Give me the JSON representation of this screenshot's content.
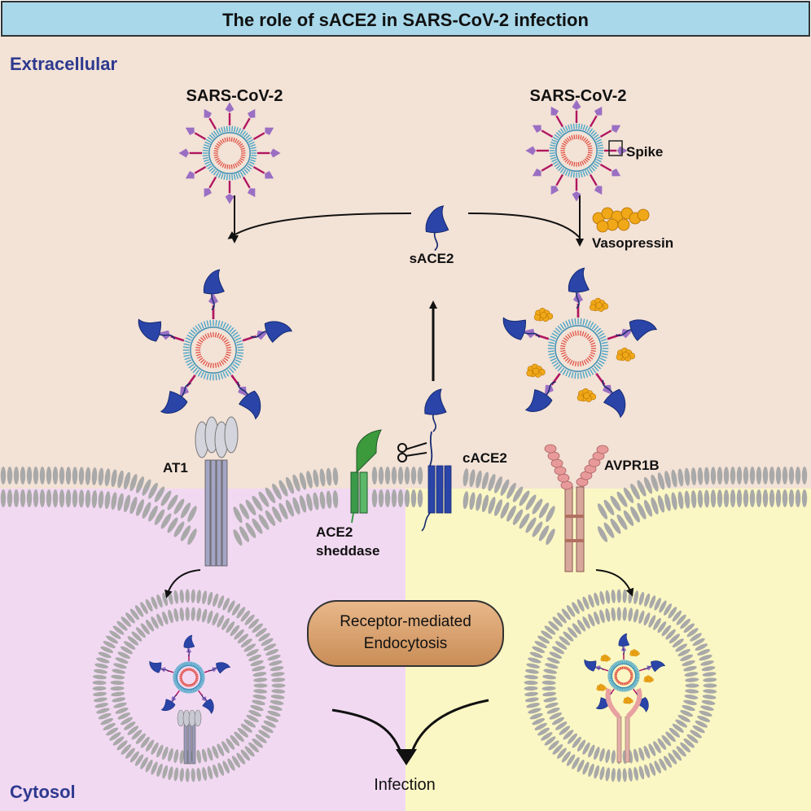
{
  "title": "The role of sACE2 in SARS-CoV-2 infection",
  "regions": {
    "extracellular": "Extracellular",
    "cytosol": "Cytosol"
  },
  "labels": {
    "virus_left": "SARS-CoV-2",
    "virus_right": "SARS-CoV-2",
    "spike": "Spike",
    "vasopressin": "Vasopressin",
    "sace2": "sACE2",
    "at1": "AT1",
    "cace2": "cACE2",
    "avpr1b": "AVPR1B",
    "sheddase_line1": "ACE2",
    "sheddase_line2": "sheddase",
    "endocytosis_line1": "Receptor-mediated",
    "endocytosis_line2": "Endocytosis",
    "infection": "Infection"
  },
  "colors": {
    "title_bg": "#a8d8ea",
    "extracellular_bg": "#f3e2d6",
    "cytosol_left_bg": "#f2d9f2",
    "cytosol_right_bg": "#fbf7c4",
    "region_label": "#2e3a8f",
    "ace2_blue": "#2a44a8",
    "spike_purple": "#9a6fc3",
    "membrane_grey": "#a9a9a9",
    "sheddase_green": "#3a9a4a",
    "avpr1b_pink": "#e8a0a0",
    "vasopressin_orange": "#f0a818",
    "endocytosis_box": "#d8a068"
  }
}
